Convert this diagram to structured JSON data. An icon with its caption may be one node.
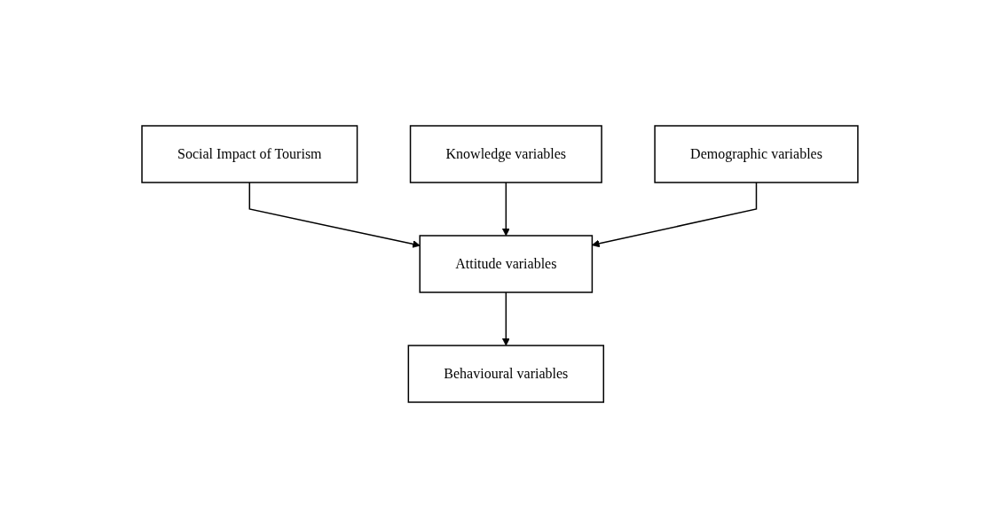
{
  "diagram": {
    "nodes": [
      {
        "text": [
          "Social Impact of Tourism"
        ]
      },
      {
        "text": [
          "Knowledge variables"
        ]
      },
      {
        "text": [
          "Demographic variables"
        ]
      },
      {
        "text": [
          "Attitude variables"
        ]
      },
      {
        "text": [
          "Behavioural variables"
        ]
      }
    ],
    "edges": [
      {
        "from": 0,
        "to": 3,
        "arrow": "to"
      },
      {
        "from": 1,
        "to": 3,
        "arrow": "to"
      },
      {
        "from": 2,
        "to": 3,
        "arrow": "to"
      },
      {
        "from": 3,
        "to": 4,
        "arrow": "to"
      }
    ]
  }
}
